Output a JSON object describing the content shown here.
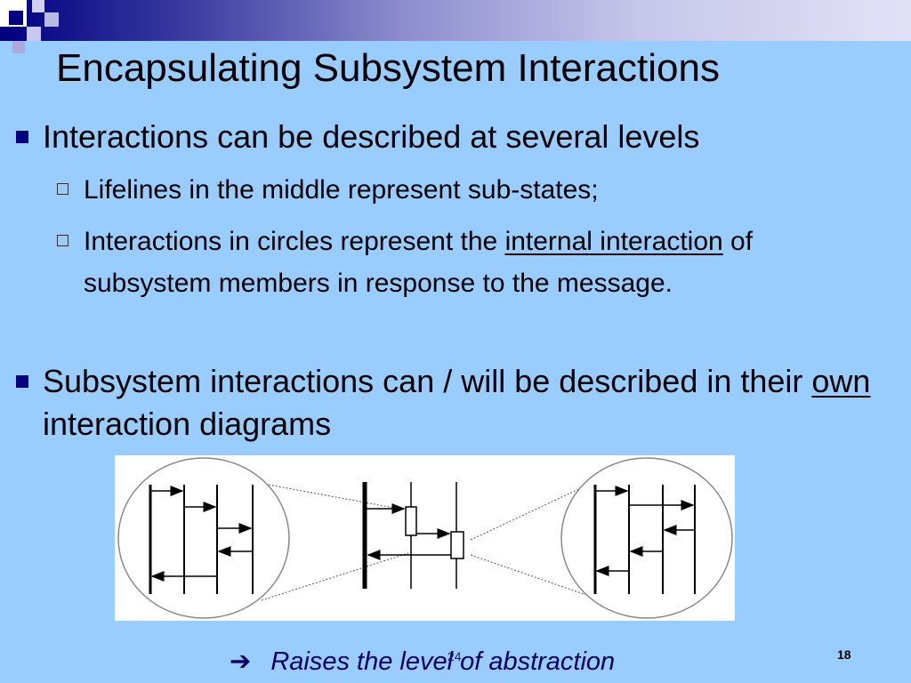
{
  "slide": {
    "title": "Encapsulating Subsystem Interactions",
    "bullets": [
      {
        "text": "Interactions can be described at several levels",
        "sub": [
          {
            "text": "Lifelines in the middle represent sub-states;"
          },
          {
            "parts": [
              {
                "text": "Interactions in circles represent the ",
                "underline": false
              },
              {
                "text": "internal interaction",
                "underline": true
              },
              {
                "text": " of subsystem members in response to the message.",
                "underline": false
              }
            ]
          }
        ]
      },
      {
        "parts": [
          {
            "text": "Subsystem interactions can / will be described in their ",
            "underline": false
          },
          {
            "text": "own",
            "underline": true
          },
          {
            "text": " interaction diagrams",
            "underline": false
          }
        ]
      }
    ],
    "footer": {
      "arrow_icon": "right-arrow-icon",
      "text": "Raises the level of abstraction",
      "faint_number": "24",
      "slide_number": "18"
    }
  },
  "theme": {
    "background": "#99ccff",
    "bullet_color": "#000080",
    "header_gradient_start": "#000080"
  },
  "diagram": {
    "description_icon": "sequence-diagram-zoom-illustration"
  }
}
